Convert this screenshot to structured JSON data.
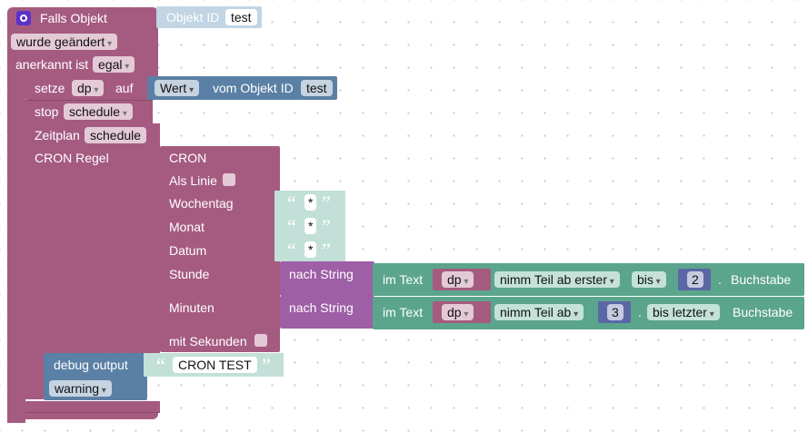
{
  "trigger": {
    "falls_objekt": "Falls Objekt",
    "objekt_id_label": "Objekt ID",
    "objekt_id_value": "test",
    "wurde_geaendert": "wurde geändert",
    "anerkannt_ist": "anerkannt ist",
    "anerkannt_value": "egal"
  },
  "setze": {
    "setze_label": "setze",
    "var": "dp",
    "auf_label": "auf",
    "wert": "Wert",
    "vom_objekt_id_label": "vom Objekt ID",
    "objekt_id_value": "test"
  },
  "stop": {
    "label": "stop",
    "value": "schedule"
  },
  "zeitplan": {
    "label": "Zeitplan",
    "name": "schedule",
    "cron_regel_label": "CRON Regel"
  },
  "cron": {
    "title": "CRON",
    "als_linie": "Als Linie",
    "wochentag": "Wochentag",
    "wochentag_value": "*",
    "monat": "Monat",
    "monat_value": "*",
    "datum": "Datum",
    "datum_value": "*",
    "stunde": "Stunde",
    "minuten": "Minuten",
    "mit_sekunden": "mit Sekunden"
  },
  "stunde_expr": {
    "nach_string": "nach String",
    "im_text": "im Text",
    "var": "dp",
    "mode": "nimm Teil ab erster",
    "end_mode": "bis",
    "number": "2",
    "dot": ".",
    "buchstabe": "Buchstabe"
  },
  "minuten_expr": {
    "nach_string": "nach String",
    "im_text": "im Text",
    "var": "dp",
    "mode": "nimm Teil ab",
    "number": "3",
    "dot": ".",
    "end_mode": "bis letzter",
    "buchstabe": "Buchstabe"
  },
  "debug": {
    "label": "debug output",
    "text": "CRON TEST",
    "level": "warning"
  },
  "colors": {
    "event": "#a55b80",
    "objekt": "#c1d5e4",
    "setze": "#a55b80",
    "wert_block": "#5b80a5",
    "cron_value": "#c3e0d8",
    "text": "#5ba58c",
    "nach_string": "#9e5fa6",
    "variable": "#a55b80",
    "number": "#5b67a5",
    "debug": "#5b80a5"
  }
}
